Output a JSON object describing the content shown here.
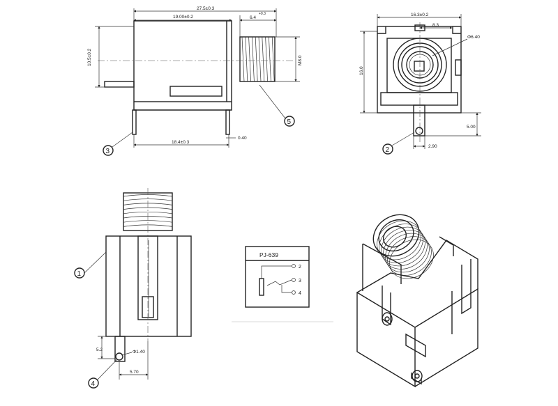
{
  "side_view": {
    "dims": {
      "overall_length": "27.5±0.3",
      "body_length": "19.00±0.2",
      "thread_length": "6.4",
      "thread_tol": "+0.3",
      "body_height": "10.5±0.2",
      "thread_dia": "M8.0",
      "pin_span": "18.4±0.3",
      "pin_thickness": "0.40"
    },
    "callouts": [
      "3",
      "5"
    ]
  },
  "front_view": {
    "dims": {
      "width": "16.3±0.2",
      "half_width": "8.3",
      "bore_dia": "Φ6.40",
      "height": "16.0",
      "pin_offset": "5.00",
      "pin_width": "2.90"
    },
    "callouts": [
      "2"
    ]
  },
  "bottom_view": {
    "dims": {
      "pin_len": "5.2",
      "hole_dia": "Φ1.40",
      "pin_offset": "5.70"
    },
    "callouts": [
      "1",
      "4"
    ]
  },
  "schematic": {
    "part_no": "PJ-639",
    "pins": [
      "2",
      "3",
      "4"
    ]
  }
}
